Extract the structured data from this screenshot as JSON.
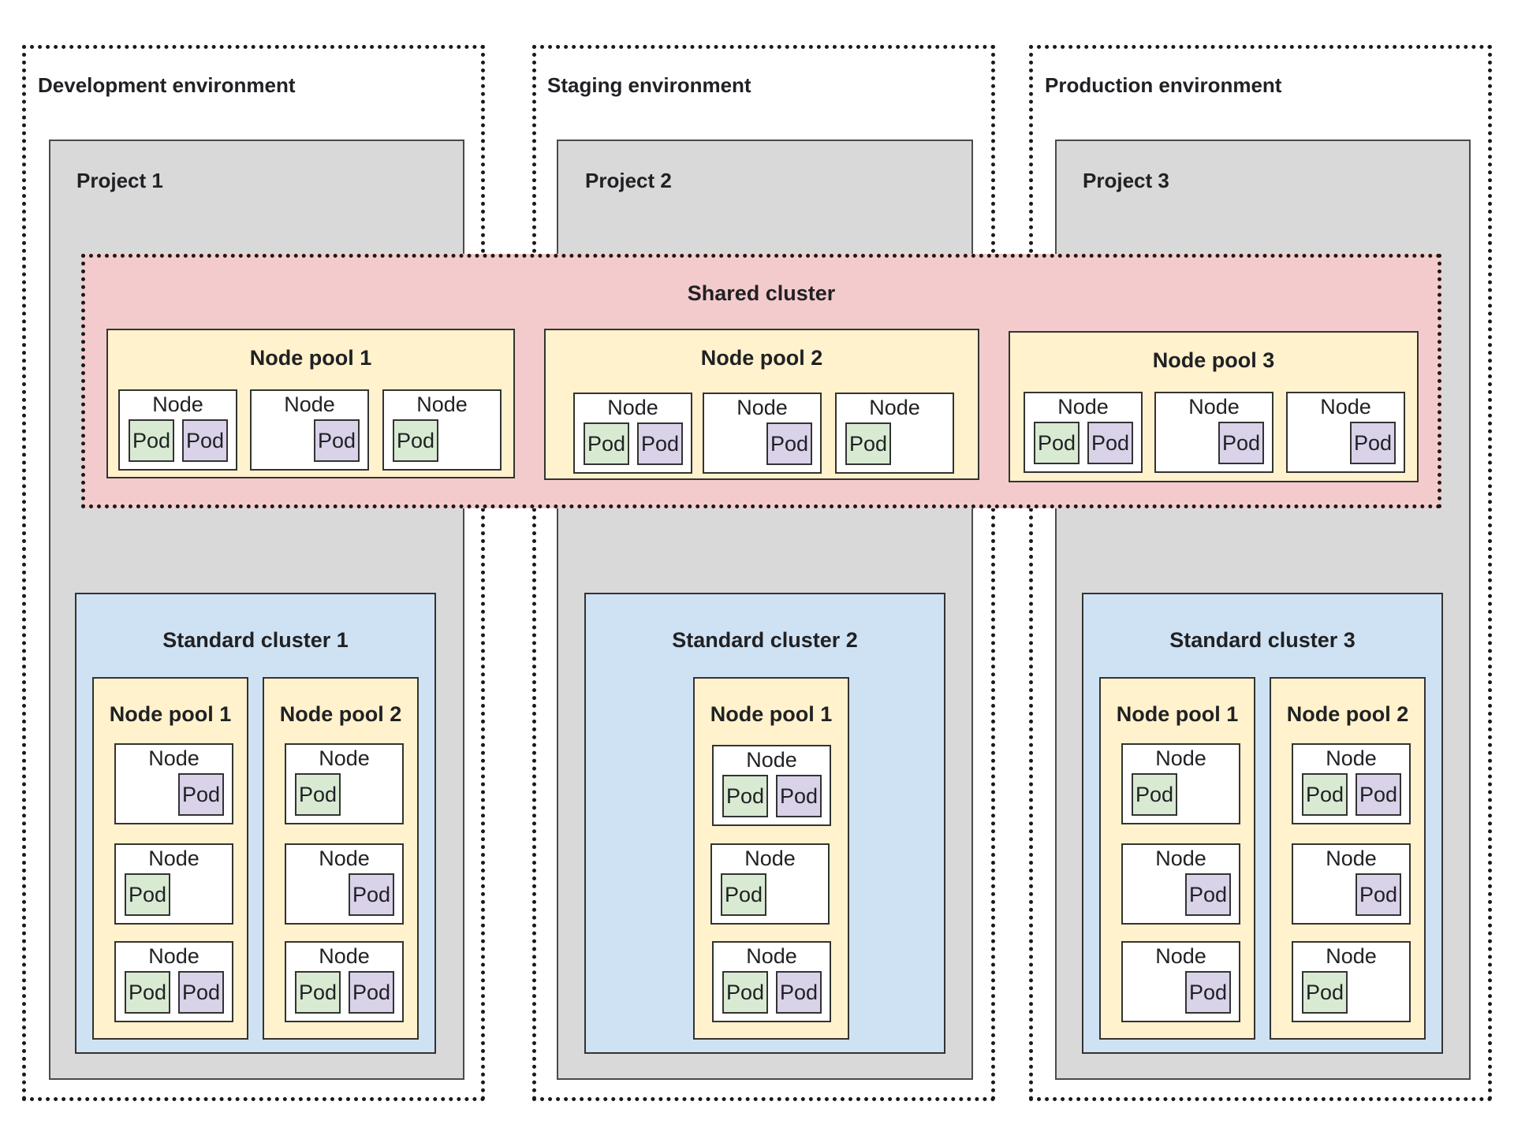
{
  "environments": {
    "dev": "Development environment",
    "staging": "Staging environment",
    "prod": "Production environment"
  },
  "projects": {
    "p1": "Project 1",
    "p2": "Project 2",
    "p3": "Project 3"
  },
  "shared_cluster": {
    "title": "Shared cluster",
    "pools": [
      "Node pool 1",
      "Node pool 2",
      "Node pool 3"
    ]
  },
  "standard_clusters": {
    "c1": {
      "title": "Standard cluster 1",
      "pools": [
        "Node pool 1",
        "Node pool 2"
      ]
    },
    "c2": {
      "title": "Standard cluster 2",
      "pools": [
        "Node pool 1"
      ]
    },
    "c3": {
      "title": "Standard cluster 3",
      "pools": [
        "Node pool 1",
        "Node pool 2"
      ]
    }
  },
  "labels": {
    "node": "Node",
    "pod": "Pod"
  },
  "colors": {
    "project": "#d9d9d9",
    "shared_cluster": "#f4cbcc",
    "standard_cluster": "#cfe2f3",
    "node_pool": "#fff2cc",
    "pod_green": "#d9ead3",
    "pod_purple": "#d9d2e9"
  }
}
